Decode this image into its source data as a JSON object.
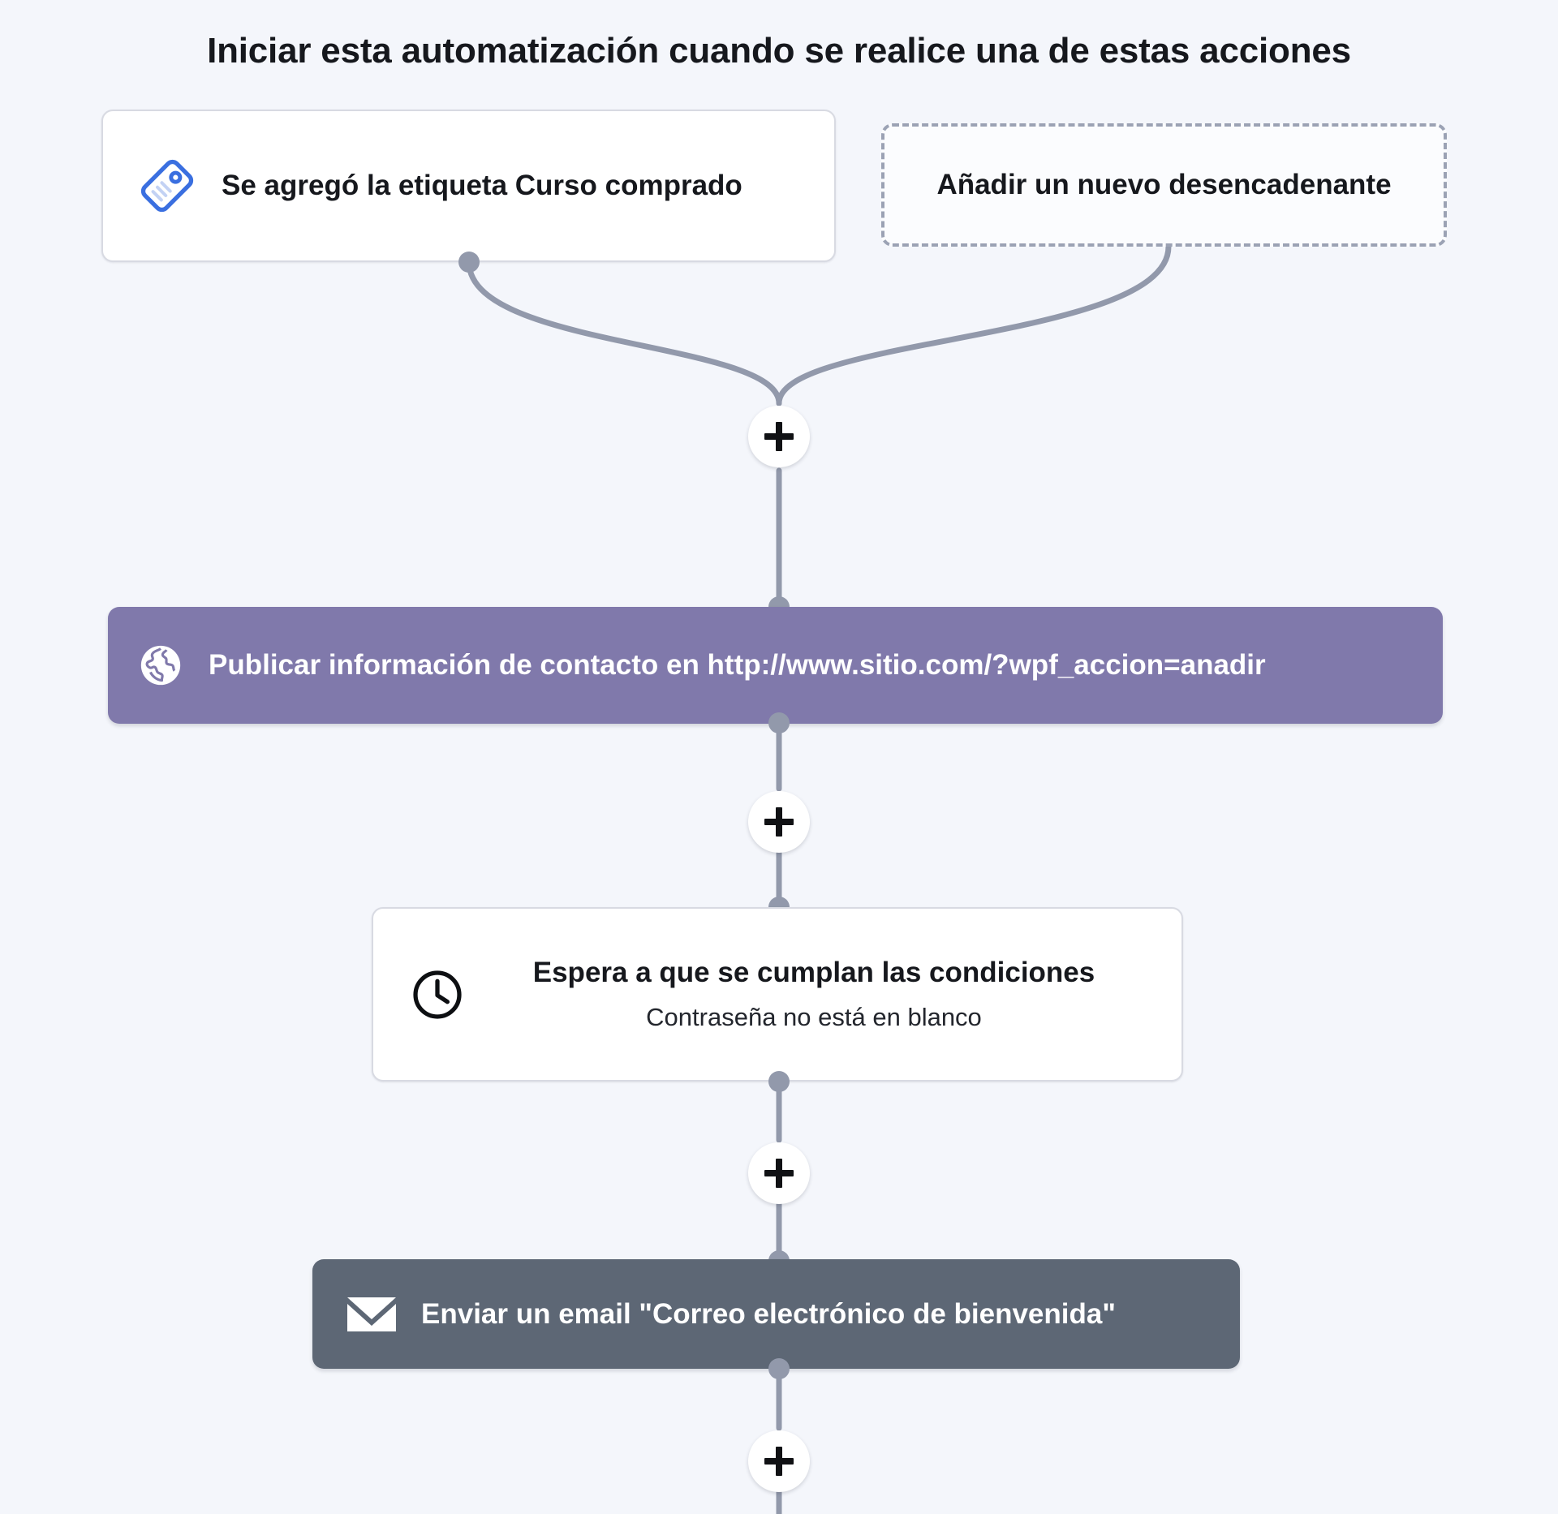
{
  "heading": "Iniciar esta automatización cuando se realice una de estas acciones",
  "colors": {
    "page_background": "#f4f6fb",
    "card_background": "#ffffff",
    "card_border": "#d8dae2",
    "dashed_border": "#9ba2b4",
    "webhook_purple": "#8079ab",
    "email_slate": "#5d6775",
    "connector_gray": "#9299ab",
    "tag_icon_blue": "#3a6fe0",
    "text_dark": "#16181d"
  },
  "triggers": [
    {
      "label": "Se agregó la etiqueta Curso comprado",
      "icon": "tag-icon"
    },
    {
      "label": "Añadir un nuevo desencadenante",
      "icon": "none"
    }
  ],
  "steps": [
    {
      "id": "webhook",
      "label": "Publicar información de contacto en http://www.sitio.com/?wpf_accion=anadir",
      "icon": "globe-icon"
    },
    {
      "id": "wait",
      "label": "Espera a que se cumplan las condiciones",
      "sublabel": "Contraseña no está en blanco",
      "icon": "clock-icon"
    },
    {
      "id": "email",
      "label": "Enviar un email \"Correo electrónico de bienvenida\"",
      "icon": "envelope-icon"
    }
  ],
  "add_buttons": [
    {
      "id": "add-step-after-triggers",
      "label": "+"
    },
    {
      "id": "add-step-after-webhook",
      "label": "+"
    },
    {
      "id": "add-step-after-wait",
      "label": "+"
    },
    {
      "id": "add-step-after-email",
      "label": "+"
    }
  ]
}
